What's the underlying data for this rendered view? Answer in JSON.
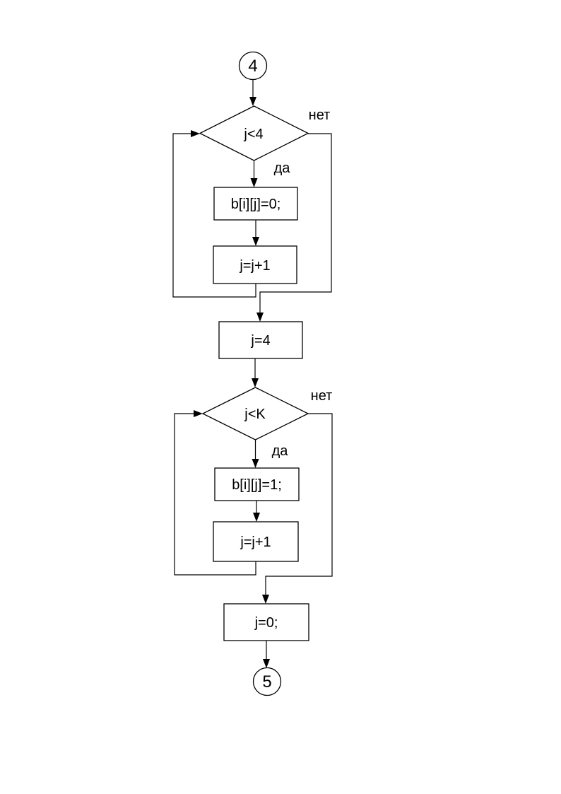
{
  "flowchart": {
    "connector_in": "4",
    "connector_out": "5",
    "loop1": {
      "condition": "j<4",
      "yes_label": "да",
      "no_label": "нет",
      "body_assign": "b[i][j]=0;",
      "body_increment": "j=j+1"
    },
    "reset_between": "j=4",
    "loop2": {
      "condition": "j<K",
      "yes_label": "да",
      "no_label": "нет",
      "body_assign": "b[i][j]=1;",
      "body_increment": "j=j+1"
    },
    "reset_after": "j=0;",
    "colors": {
      "stroke": "#000000",
      "shape_fill": "#ffffff",
      "background": "#ffffff"
    }
  }
}
